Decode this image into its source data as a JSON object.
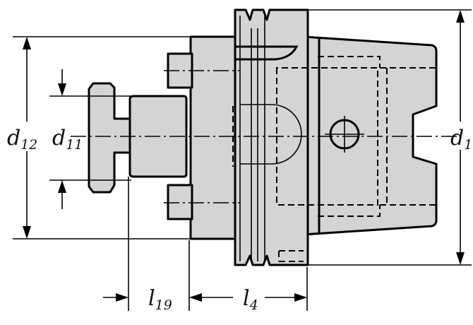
{
  "drawing": {
    "labels": {
      "d12": {
        "main": "d",
        "sub": "12"
      },
      "d11": {
        "main": "d",
        "sub": "11"
      },
      "d1": {
        "main": "d",
        "sub": "1"
      },
      "l19": {
        "main": "l",
        "sub": "19"
      },
      "l4": {
        "main": "l",
        "sub": "4"
      }
    },
    "colors": {
      "part_fill": "#d4d4d4",
      "line": "#000000",
      "background": "#ffffff"
    }
  }
}
